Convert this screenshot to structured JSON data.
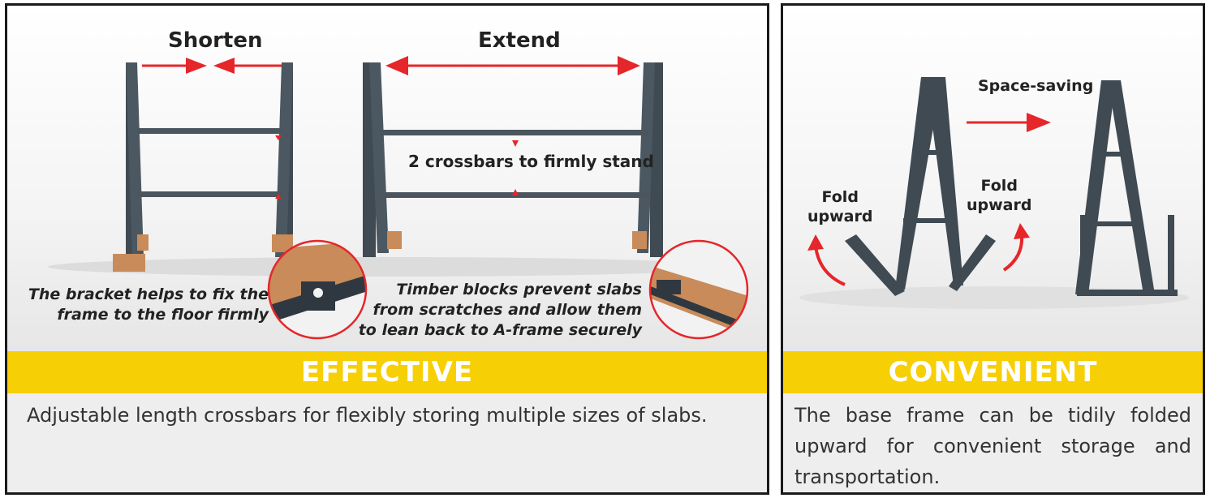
{
  "effective": {
    "shorten_label": "Shorten",
    "extend_label": "Extend",
    "crossbars_label": "2 crossbars to firmly stand",
    "bracket_caption_line1": "The bracket helps to fix the",
    "bracket_caption_line2": "frame to the floor firmly",
    "timber_caption_line1": "Timber blocks prevent slabs",
    "timber_caption_line2": "from scratches and allow them",
    "timber_caption_line3": "to lean back to A-frame securely",
    "banner": "EFFECTIVE",
    "description": "Adjustable length crossbars for flexibly storing multiple sizes of slabs."
  },
  "convenient": {
    "space_saving_label": "Space-saving",
    "fold_left_line1": "Fold",
    "fold_left_line2": "upward",
    "fold_right_line1": "Fold",
    "fold_right_line2": "upward",
    "banner": "CONVENIENT",
    "description": "The base frame can be tidily folded upward for convenient storage and transportation."
  },
  "colors": {
    "accent_yellow": "#f7cf05",
    "arrow_red": "#e5262a",
    "frame_steel": "#3f4a52",
    "timber": "#c98b5a"
  }
}
